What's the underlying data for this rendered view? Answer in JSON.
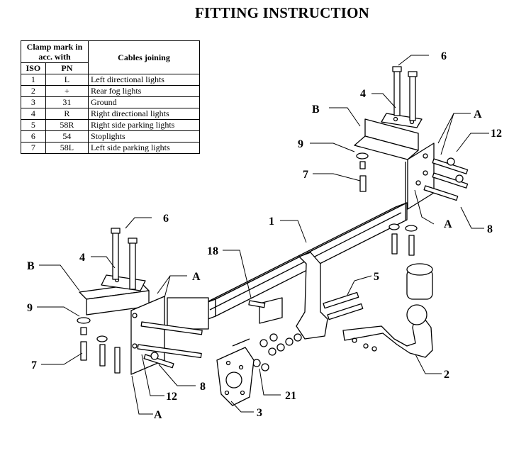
{
  "title": "FITTING INSTRUCTION",
  "table": {
    "header_clamp": "Clamp mark in acc. with",
    "header_cables": "Cables joining",
    "col_iso": "ISO",
    "col_pn": "PN",
    "rows": [
      {
        "iso": "1",
        "pn": "L",
        "desc": "Left directional lights"
      },
      {
        "iso": "2",
        "pn": "+",
        "desc": "Rear fog lights"
      },
      {
        "iso": "3",
        "pn": "31",
        "desc": "Ground"
      },
      {
        "iso": "4",
        "pn": "R",
        "desc": "Right directional lights"
      },
      {
        "iso": "5",
        "pn": "58R",
        "desc": "Right side parking lights"
      },
      {
        "iso": "6",
        "pn": "54",
        "desc": "Stoplights"
      },
      {
        "iso": "7",
        "pn": "58L",
        "desc": "Left side parking lights"
      }
    ]
  },
  "labels": {
    "l1": "1",
    "l2": "2",
    "l3": "3",
    "l4a": "4",
    "l4b": "4",
    "l5": "5",
    "l6a": "6",
    "l6b": "6",
    "l7a": "7",
    "l7b": "7",
    "l8a": "8",
    "l8b": "8",
    "l9a": "9",
    "l9b": "9",
    "l12a": "12",
    "l12b": "12",
    "l18": "18",
    "l21": "21",
    "lAa": "A",
    "lAb": "A",
    "lAc": "A",
    "lAd": "A",
    "lBa": "B",
    "lBb": "B"
  }
}
